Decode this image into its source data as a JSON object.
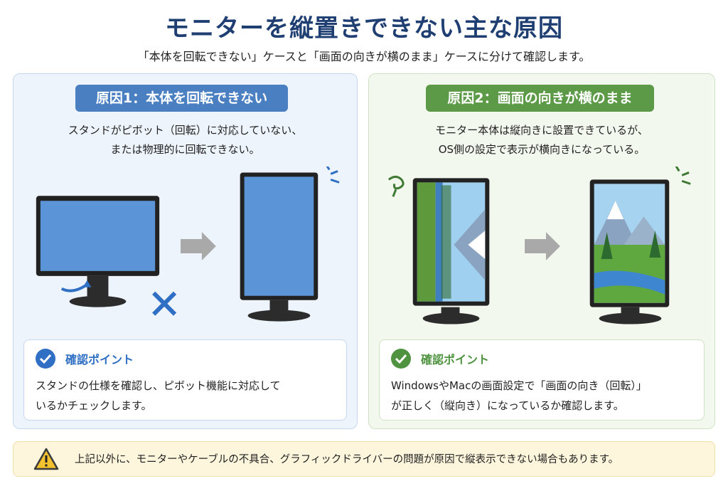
{
  "title": "モニターを縦置きできない主な原因",
  "subtitle": "「本体を回転できない」ケースと「画面の向きが横のまま」ケースに分けて確認します。",
  "left": {
    "header": "原因1：本体を回転できない",
    "desc_line1": "スタンドがピボット（回転）に対応していない、",
    "desc_line2": "または物理的に回転できない。",
    "check_title": "確認ポイント",
    "check_line1": "スタンドの仕様を確認し、ピボット機能に対応して",
    "check_line2": "いるかチェックします。"
  },
  "right": {
    "header": "原因2：画面の向きが横のまま",
    "desc_line1": "モニター本体は縦向きに設置できているが、",
    "desc_line2": "OS側の設定で表示が横向きになっている。",
    "check_title": "確認ポイント",
    "check_line1": "WindowsやMacの画面設定で「画面の向き（回転）」",
    "check_line2": "が正しく（縦向き）になっているか確認します。"
  },
  "note": "上記以外に、モニターやケーブルの不具合、グラフィックドライバーの問題が原因で縦表示できない場合もあります。",
  "icons": {
    "check": "checkmark-circle-icon",
    "warning": "warning-triangle-icon",
    "arrow": "right-arrow-icon",
    "cross": "x-mark-icon"
  },
  "colors": {
    "title": "#1f3f73",
    "left_accent": "#4a7fc2",
    "right_accent": "#5c9a48",
    "warning": "#f2c12e"
  }
}
